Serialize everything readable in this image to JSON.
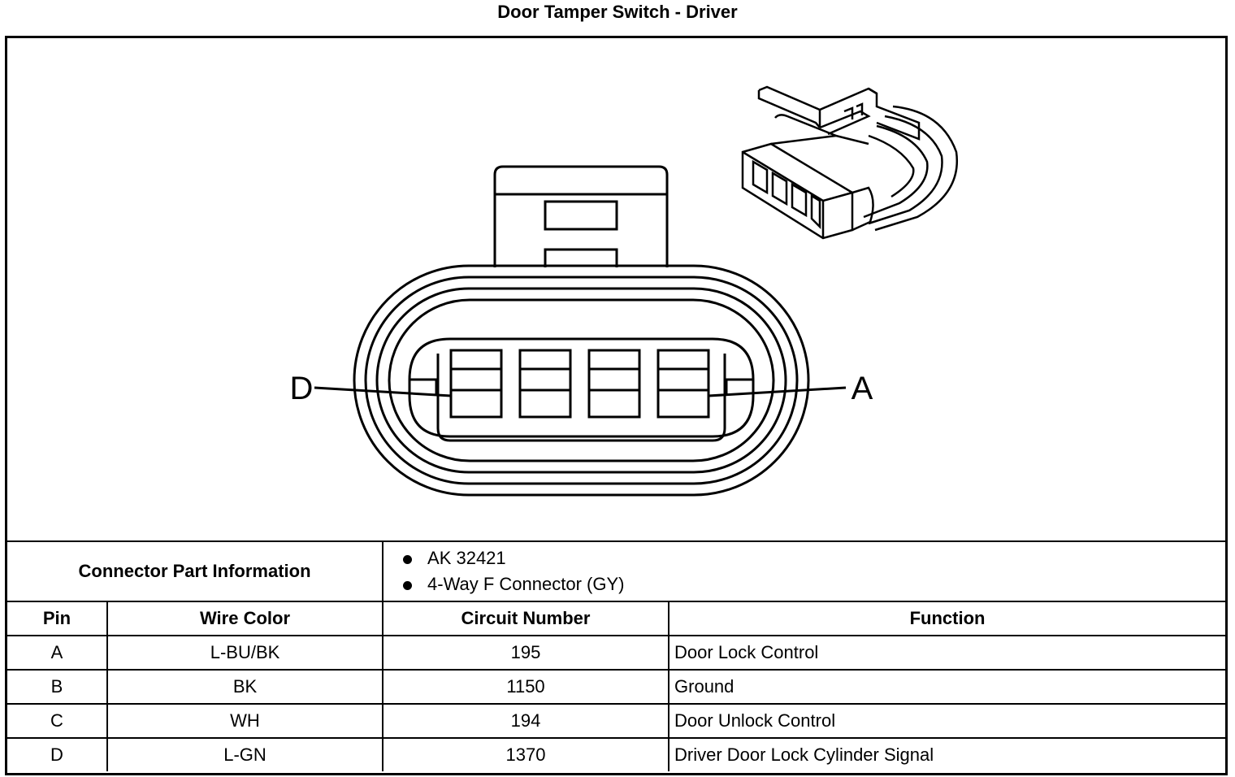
{
  "title": "Door Tamper Switch - Driver",
  "diagram": {
    "pin_label_left": "D",
    "pin_label_right": "A",
    "icons": [
      "connector-face-view-icon",
      "connector-isometric-view-icon"
    ]
  },
  "connector_info": {
    "label": "Connector Part Information",
    "items": [
      "AK 32421",
      "4-Way F Connector (GY)"
    ]
  },
  "table": {
    "headers": [
      "Pin",
      "Wire Color",
      "Circuit Number",
      "Function"
    ],
    "rows": [
      {
        "pin": "A",
        "wire_color": "L-BU/BK",
        "circuit": "195",
        "function": "Door Lock Control"
      },
      {
        "pin": "B",
        "wire_color": "BK",
        "circuit": "1150",
        "function": "Ground"
      },
      {
        "pin": "C",
        "wire_color": "WH",
        "circuit": "194",
        "function": "Door Unlock Control"
      },
      {
        "pin": "D",
        "wire_color": "L-GN",
        "circuit": "1370",
        "function": "Driver Door Lock Cylinder Signal"
      }
    ]
  }
}
